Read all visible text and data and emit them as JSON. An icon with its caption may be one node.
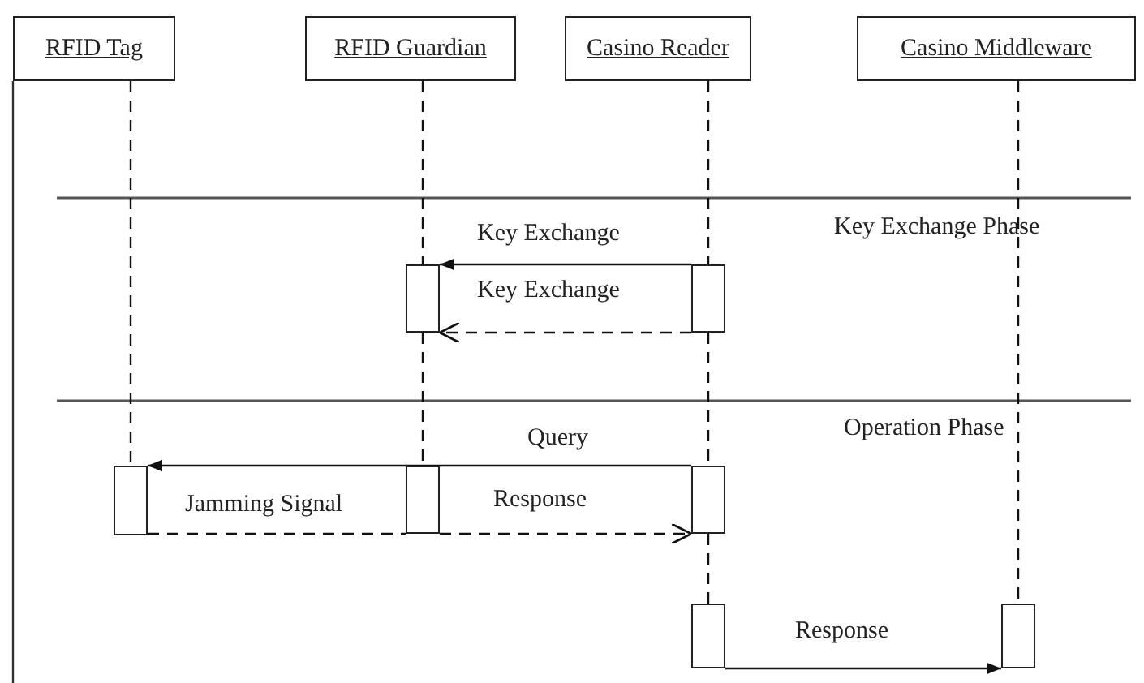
{
  "diagram": {
    "nodes": [
      {
        "text": [
          "RFID Tag"
        ]
      },
      {
        "text": [
          "RFID Guardian"
        ]
      },
      {
        "text": [
          "Casino Reader"
        ]
      },
      {
        "text": [
          "Casino Middleware"
        ]
      },
      {
        "text": [],
        "shape": "bar"
      },
      {
        "text": [],
        "shape": "bar"
      },
      {
        "text": [],
        "shape": "bar"
      },
      {
        "text": [],
        "shape": "bar"
      },
      {
        "text": [],
        "shape": "bar"
      },
      {
        "text": [],
        "shape": "bar"
      },
      {
        "text": [],
        "shape": "bar"
      }
    ],
    "edges": [
      {
        "from": 5,
        "to": 4,
        "arrow": "to",
        "label": "Key Exchange"
      },
      {
        "from": 5,
        "to": 4,
        "arrow": "to",
        "label": "Key Exchange",
        "style": "dashed"
      },
      {
        "from": 8,
        "to": 6,
        "arrow": "to",
        "label": "Query"
      },
      {
        "from": 6,
        "to": 7,
        "arrow": "none",
        "label": "Jamming Signal",
        "style": "dashed"
      },
      {
        "from": 7,
        "to": 8,
        "arrow": "to",
        "label": "Response",
        "style": "dashed"
      },
      {
        "from": 9,
        "to": 10,
        "arrow": "to",
        "label": "Response"
      },
      {
        "from": 0,
        "to": 6,
        "arrow": "none",
        "style": "dashed"
      },
      {
        "from": 1,
        "to": 4,
        "arrow": "none",
        "style": "dashed"
      },
      {
        "from": 4,
        "to": 7,
        "arrow": "none",
        "style": "dashed"
      },
      {
        "from": 2,
        "to": 5,
        "arrow": "none",
        "style": "dashed"
      },
      {
        "from": 5,
        "to": 8,
        "arrow": "none",
        "style": "dashed"
      },
      {
        "from": 8,
        "to": 9,
        "arrow": "none",
        "style": "dashed"
      },
      {
        "from": 3,
        "to": 10,
        "arrow": "none",
        "style": "dashed"
      }
    ],
    "labels": [
      "Key Exchange Phase",
      "Operation Phase"
    ]
  }
}
